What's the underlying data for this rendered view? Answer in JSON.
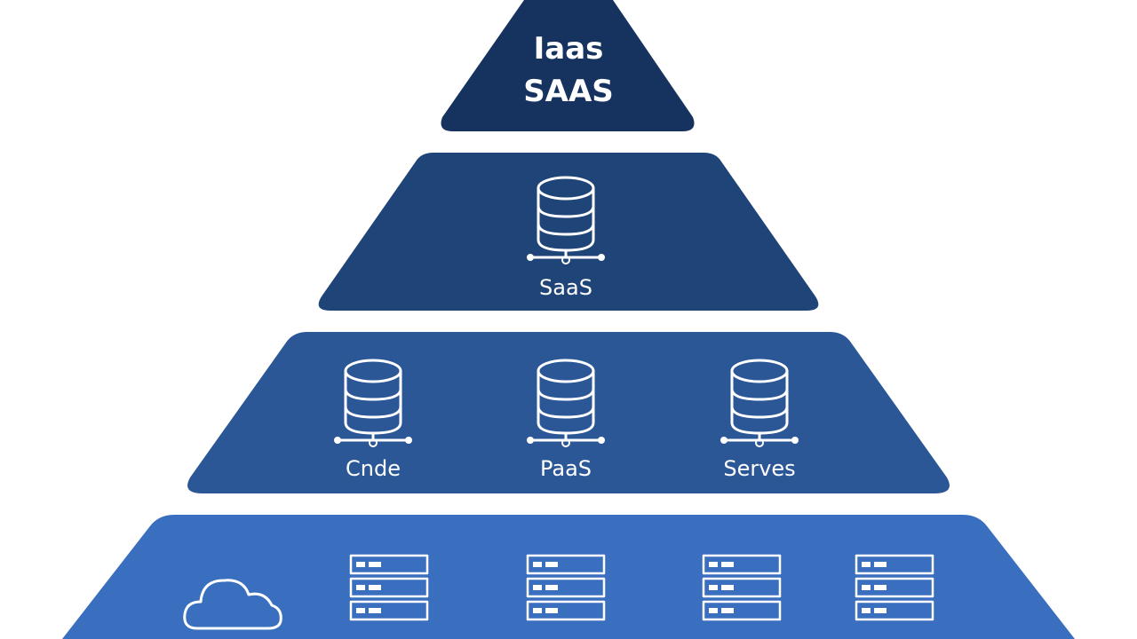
{
  "tiers": [
    {
      "id": "top",
      "labels": [
        "Iaas",
        "SAAS"
      ],
      "color": "#16325e"
    },
    {
      "id": "second",
      "labels": [
        "SaaS"
      ],
      "icons": [
        "database-icon"
      ],
      "color": "#1e4478"
    },
    {
      "id": "third",
      "labels": [
        "Cnde",
        "PaaS",
        "Serves"
      ],
      "icons": [
        "database-icon",
        "database-icon",
        "database-icon"
      ],
      "color": "#2b5797"
    },
    {
      "id": "base",
      "icons": [
        "cloud-icon",
        "server-rack-icon",
        "server-rack-icon",
        "server-rack-icon",
        "server-rack-icon"
      ],
      "color": "#3a6fbf"
    }
  ]
}
